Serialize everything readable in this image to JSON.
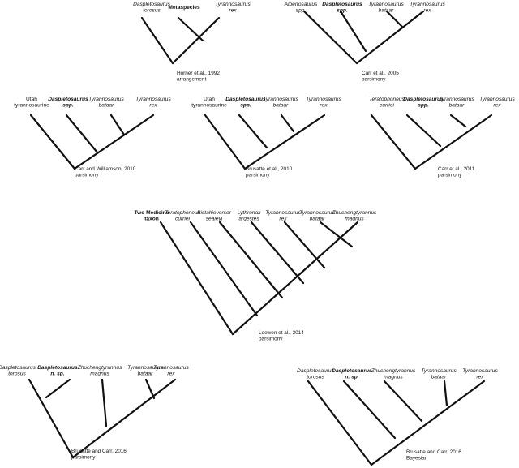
{
  "trees": [
    {
      "id": "horner-1992",
      "citation": [
        "Horner et al., 1992",
        "arrangement"
      ],
      "taxa": [
        {
          "lines": [
            "Daspletosaurus",
            "torosus"
          ],
          "style": "italic"
        },
        {
          "lines": [
            "Metaspecies"
          ],
          "style": "bold"
        },
        {
          "lines": [
            "Tyrannosaurus",
            "rex"
          ],
          "style": "italic"
        }
      ]
    },
    {
      "id": "carr-2005",
      "citation": [
        "Carr et al., 2005",
        "parsimony"
      ],
      "taxa": [
        {
          "lines": [
            "Albertosaurus",
            "spp."
          ],
          "style": "italic"
        },
        {
          "lines": [
            "Daspletosaurus",
            "spp."
          ],
          "style": "bold-italic"
        },
        {
          "lines": [
            "Tyrannosaurus",
            "bataar"
          ],
          "style": "italic"
        },
        {
          "lines": [
            "Tyrannosaurus",
            "rex"
          ],
          "style": "italic"
        }
      ]
    },
    {
      "id": "carr-williamson-2010",
      "citation": [
        "Carr and Williamson, 2010",
        "parsimony"
      ],
      "taxa": [
        {
          "lines": [
            "Utah",
            "tyrannosaurine"
          ],
          "style": "normal"
        },
        {
          "lines": [
            "Daspletosaurus",
            "spp."
          ],
          "style": "bold-italic"
        },
        {
          "lines": [
            "Tyrannosaurus",
            "bataar"
          ],
          "style": "italic"
        },
        {
          "lines": [
            "Tyrannosaurus",
            "rex"
          ],
          "style": "italic"
        }
      ]
    },
    {
      "id": "brusatte-2010",
      "citation": [
        "Brusatte et al., 2010",
        "parsimony"
      ],
      "taxa": [
        {
          "lines": [
            "Utah",
            "tyrannosaurine"
          ],
          "style": "normal"
        },
        {
          "lines": [
            "Daspletosaurus",
            "spp."
          ],
          "style": "bold-italic"
        },
        {
          "lines": [
            "Tyrannosaurus",
            "bataar"
          ],
          "style": "italic"
        },
        {
          "lines": [
            "Tyrannosaurus",
            "rex"
          ],
          "style": "italic"
        }
      ]
    },
    {
      "id": "carr-2011",
      "citation": [
        "Carr et al., 2011",
        "parsimony"
      ],
      "taxa": [
        {
          "lines": [
            "Teratophoneus",
            "curriei"
          ],
          "style": "italic"
        },
        {
          "lines": [
            "Daspletosaurus",
            "spp."
          ],
          "style": "bold-italic"
        },
        {
          "lines": [
            "Tyrannosaurus",
            "bataar"
          ],
          "style": "italic"
        },
        {
          "lines": [
            "Tyrannosaurus",
            "rex"
          ],
          "style": "italic"
        }
      ]
    },
    {
      "id": "loewen-2014",
      "citation": [
        "Loewen et al., 2014",
        "parsimony"
      ],
      "taxa": [
        {
          "lines": [
            "Two Medicine",
            "taxon"
          ],
          "style": "bold"
        },
        {
          "lines": [
            "Teratophoneus",
            "curriei"
          ],
          "style": "italic"
        },
        {
          "lines": [
            "Bistahieversor",
            "sealeyi"
          ],
          "style": "italic"
        },
        {
          "lines": [
            "Lythronax",
            "argestes"
          ],
          "style": "italic"
        },
        {
          "lines": [
            "Tyrannosaurus",
            "rex"
          ],
          "style": "italic"
        },
        {
          "lines": [
            "Tyrannosaurus",
            "bataar"
          ],
          "style": "italic"
        },
        {
          "lines": [
            "Zhuchengtyrannus",
            "magnus"
          ],
          "style": "italic"
        }
      ]
    },
    {
      "id": "brusatte-carr-2016-parsimony",
      "citation": [
        "Brusatte and Carr, 2016",
        "parsimony"
      ],
      "taxa": [
        {
          "lines": [
            "Daspletosaurus",
            "torosus"
          ],
          "style": "italic"
        },
        {
          "lines": [
            "Daspletosaurus",
            "n. sp."
          ],
          "style": "bold-italic"
        },
        {
          "lines": [
            "Zhuchengtyrannus",
            "magnus"
          ],
          "style": "italic"
        },
        {
          "lines": [
            "Tyrannosaurus",
            "bataar"
          ],
          "style": "italic"
        },
        {
          "lines": [
            "Tyrannosaurus",
            "rex"
          ],
          "style": "italic"
        }
      ]
    },
    {
      "id": "brusatte-carr-2016-bayesian",
      "citation": [
        "Brusatte and Carr, 2016",
        "Bayesian"
      ],
      "taxa": [
        {
          "lines": [
            "Daspletosaurus",
            "torosus"
          ],
          "style": "italic"
        },
        {
          "lines": [
            "Daspletosaurus",
            "n. sp."
          ],
          "style": "bold-italic"
        },
        {
          "lines": [
            "Zhuchengtyrannus",
            "magnus"
          ],
          "style": "italic"
        },
        {
          "lines": [
            "Tyrannosaurus",
            "bataar"
          ],
          "style": "italic"
        },
        {
          "lines": [
            "Tyrannosaurus",
            "rex"
          ],
          "style": "italic"
        }
      ]
    }
  ]
}
